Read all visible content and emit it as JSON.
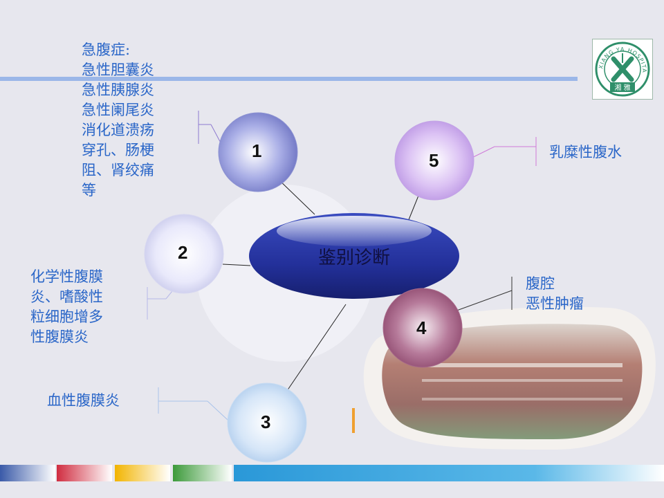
{
  "diagram": {
    "center": {
      "label": "鉴别诊断"
    },
    "nodes": [
      {
        "number": "1",
        "lines": [
          "急腹症:",
          "急性胆囊炎",
          "急性胰腺炎",
          "急性阑尾炎",
          "消化道溃疡",
          "穿孔、肠梗",
          "阻、肾绞痛",
          "等"
        ]
      },
      {
        "number": "2",
        "lines": [
          "化学性腹膜",
          "炎、嗜酸性",
          "粒细胞增多",
          "性腹膜炎"
        ]
      },
      {
        "number": "3",
        "lines": [
          "血性腹膜炎"
        ]
      },
      {
        "number": "4",
        "lines": [
          "腹腔",
          "恶性肿瘤"
        ]
      },
      {
        "number": "5",
        "lines": [
          "乳糜性腹水"
        ]
      }
    ]
  },
  "logo": {
    "arc_text": "XIANG YA HOSPITAL",
    "seal_text": "湘 雅"
  },
  "colors": {
    "text": "#2a66c8",
    "center_ellipse": "#2a3aa0",
    "node1": "#7f86d0",
    "node2": "#cfd0f0",
    "node3": "#b8d4f0",
    "node4": "#9a4f78",
    "node5": "#c7a2ea",
    "header_line": "#9bb7e8"
  }
}
